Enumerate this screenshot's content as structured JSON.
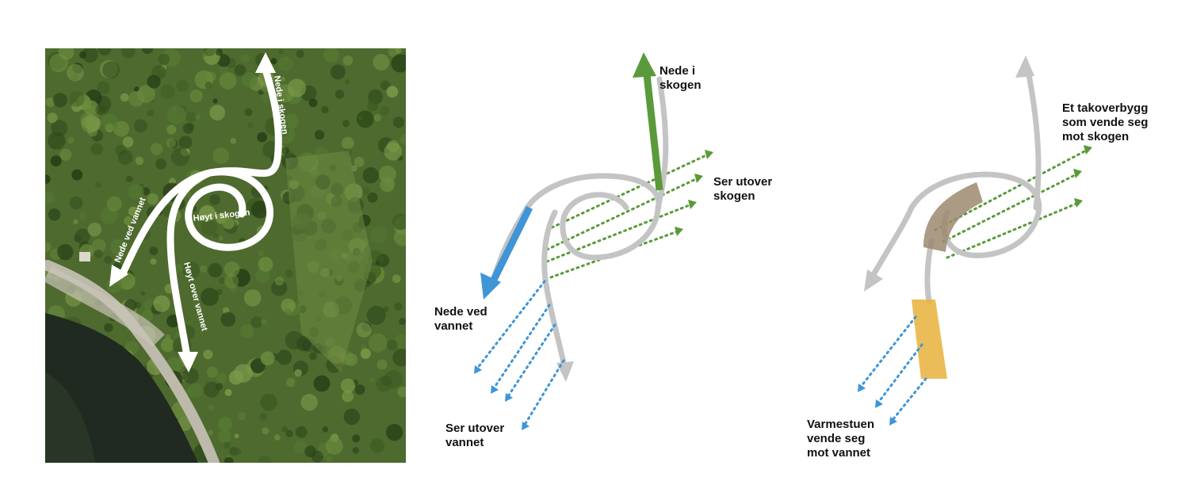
{
  "aerial": {
    "labels": {
      "forest_down": "Nede i skogen",
      "forest_high": "Høyt i skogen",
      "water_down": "Nede ved vannet",
      "water_high": "Høyt over vannet"
    }
  },
  "diagram_views": {
    "labels": {
      "forest_down": [
        "Nede i",
        "skogen"
      ],
      "forest_view": [
        "Ser utover",
        "skogen"
      ],
      "water_down": [
        "Nede ved",
        "vannet"
      ],
      "water_view": [
        "Ser utover",
        "vannet"
      ]
    }
  },
  "diagram_buildings": {
    "labels": {
      "roof": [
        "Et takoverbygg",
        "som vende seg",
        "mot skogen"
      ],
      "warm_room": [
        "Varmestuen",
        "vende seg",
        "mot vannet"
      ]
    }
  },
  "colors": {
    "forest_green": "#5a9a3a",
    "water_blue": "#3f95d6",
    "path_grey": "#c4c4c4",
    "roof_brown": "#9c8a6e",
    "warm_room_yellow": "#e8b23c"
  }
}
